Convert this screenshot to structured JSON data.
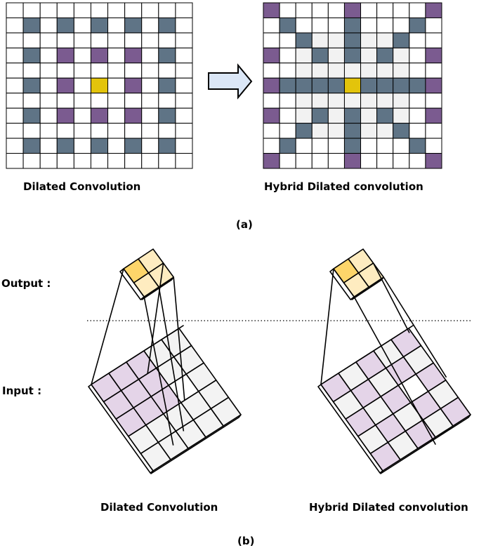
{
  "panel_a": {
    "left_caption": "Dilated Convolution",
    "right_caption": "Hybrid Dilated convolution",
    "label": "(a)",
    "grid_size": 11,
    "left_grid": [
      "...........",
      ".D.D.D.D.D.",
      "...........",
      ".D.P.P.P.D.",
      "...........",
      ".D.P.Y.P.D.",
      "...........",
      ".D.P.P.P.D.",
      "...........",
      ".D.D.D.D.D.",
      "..........."
    ],
    "right_grid": [
      "P....P....P",
      ".D...D...D.",
      "..DLLDLLD..",
      "P.LDLDLDL.P",
      "..LLLLLLL..",
      "PDDDDYDDDDP",
      "..LLLLLLL..",
      "P.LDLDLDL.P",
      "..DLLDLLD..",
      ".D...D...D.",
      "P....P....P"
    ]
  },
  "panel_b": {
    "output_label": "Output :",
    "input_label": "Input :",
    "left_caption": "Dilated Convolution",
    "right_caption": "Hybrid Dilated convolution",
    "label": "(b)",
    "left_input_grid": [
      "PPP..",
      "PPP..",
      "PPPW.",
      ".....",
      "....."
    ],
    "right_input_grid": [
      "P.P.P",
      ".P.P.",
      "P.PWP",
      ".P.P.",
      "P.P.P"
    ]
  },
  "colors": {
    "slate": "#5f7486",
    "purple": "#7b5b90",
    "yellow": "#e3c40b",
    "light_gray": "#f2f2f2",
    "arrow_fill": "#dbe7f7",
    "cube_purple": "#e4d4e8",
    "cube_light": "#f3f3f3",
    "output_bright": "#fdd56a",
    "output_light": "#feecc0"
  }
}
